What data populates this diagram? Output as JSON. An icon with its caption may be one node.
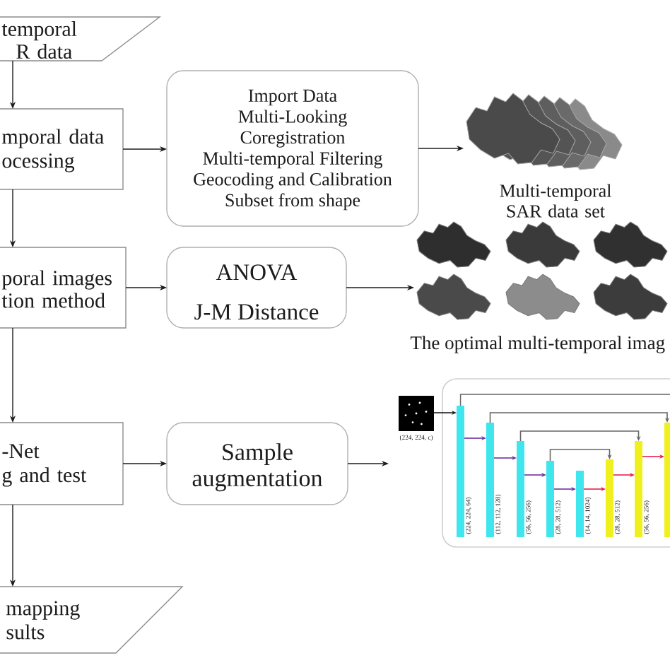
{
  "diagram": {
    "nodes": [
      {
        "text": [
          "temporal R data"
        ]
      },
      {
        "text": [
          "mporal data ocessing"
        ]
      },
      {
        "text": [
          "Import Data",
          "Multi-Looking",
          "Coregistration",
          "Multi-temporal Filtering",
          "Geocoding and Calibration",
          "Subset from shape"
        ]
      },
      {
        "text": [],
        "shape": "picture",
        "beside": [
          "Multi-temporal SAR data set"
        ]
      },
      {
        "text": [
          "poral images tion method"
        ]
      },
      {
        "text": [
          "ANOVA",
          "J-M Distance"
        ]
      },
      {
        "text": [],
        "shape": "picture",
        "beside": [
          "The optimal multi-temporal imag"
        ]
      },
      {
        "text": [
          "-Net g and test"
        ]
      },
      {
        "text": [
          "Sample augmentation"
        ]
      },
      {
        "text": [],
        "shape": "picture",
        "beside": [
          "(224, 224, c)"
        ]
      },
      {
        "text": [],
        "shape": "box"
      },
      {
        "text": [],
        "shape": "bar",
        "in": 10,
        "beside": [
          "(224, 224, 64)"
        ]
      },
      {
        "text": [],
        "shape": "bar",
        "in": 10,
        "beside": [
          "(112, 112, 128)"
        ]
      },
      {
        "text": [],
        "shape": "bar",
        "in": 10,
        "beside": [
          "(56, 56, 256)"
        ]
      },
      {
        "text": [],
        "shape": "bar",
        "in": 10,
        "beside": [
          "(28, 28, 512)"
        ]
      },
      {
        "text": [],
        "shape": "bar",
        "in": 10,
        "beside": [
          "(14, 14, 1024)"
        ]
      },
      {
        "text": [],
        "shape": "bar",
        "in": 10,
        "beside": [
          "(28, 28, 512)"
        ]
      },
      {
        "text": [],
        "shape": "bar",
        "in": 10,
        "beside": [
          "(56, 56, 256)"
        ]
      },
      {
        "text": [],
        "shape": "bar",
        "in": 10
      },
      {
        "text": [
          "mapping sults"
        ]
      }
    ],
    "edges": [
      {
        "from": 0,
        "to": 1,
        "arrow": "to"
      },
      {
        "from": 1,
        "to": 2,
        "arrow": "to"
      },
      {
        "from": 2,
        "to": 3,
        "arrow": "to"
      },
      {
        "from": 1,
        "to": 4,
        "arrow": "to"
      },
      {
        "from": 4,
        "to": 5,
        "arrow": "to"
      },
      {
        "from": 5,
        "to": 6,
        "arrow": "to"
      },
      {
        "from": 4,
        "to": 7,
        "arrow": "to"
      },
      {
        "from": 7,
        "to": 8,
        "arrow": "to"
      },
      {
        "from": 8,
        "to": null,
        "arrow": "to"
      },
      {
        "from": 7,
        "to": 19,
        "arrow": "to"
      },
      {
        "from": 9,
        "to": 11,
        "arrow": "to"
      },
      {
        "from": 11,
        "to": 12,
        "arrow": "to",
        "color": "#7030a0"
      },
      {
        "from": 12,
        "to": 13,
        "arrow": "to",
        "color": "#7030a0"
      },
      {
        "from": 13,
        "to": 14,
        "arrow": "to",
        "color": "#7030a0"
      },
      {
        "from": 14,
        "to": 15,
        "arrow": "to",
        "color": "#7030a0"
      },
      {
        "from": 15,
        "to": 16,
        "arrow": "to",
        "color": "#e8204a"
      },
      {
        "from": 16,
        "to": 17,
        "arrow": "to",
        "color": "#e8204a"
      },
      {
        "from": 17,
        "to": 18,
        "arrow": "to",
        "color": "#e8204a"
      },
      {
        "from": 11,
        "to": null,
        "arrow": "none",
        "color": "#666666"
      },
      {
        "from": 12,
        "to": 18,
        "arrow": "to",
        "color": "#666666"
      },
      {
        "from": 13,
        "to": 17,
        "arrow": "to",
        "color": "#666666"
      },
      {
        "from": 14,
        "to": 16,
        "arrow": "to",
        "color": "#666666"
      }
    ]
  }
}
